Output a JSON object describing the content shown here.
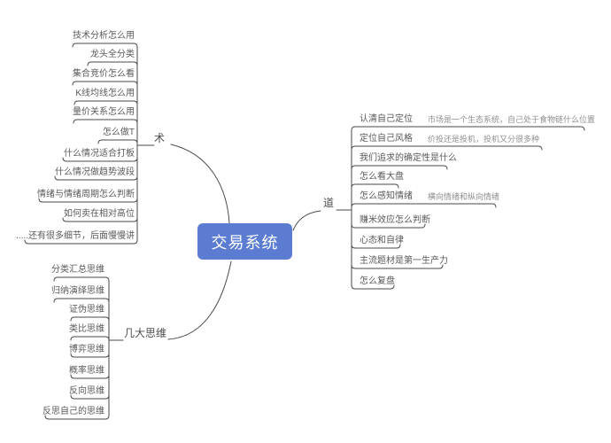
{
  "root": {
    "label": "交易系统"
  },
  "colors": {
    "root_bg": "#5b7cd0",
    "root_text": "#ffffff",
    "line": "#4a4a4a",
    "topic_text": "#595959",
    "note_text": "#8f8f8f"
  },
  "branches": [
    {
      "label": "术",
      "children": [
        {
          "topic": "技术分析怎么用"
        },
        {
          "topic": "龙头全分类"
        },
        {
          "topic": "集合竞价怎么看"
        },
        {
          "topic": "K线均线怎么用"
        },
        {
          "topic": "量价关系怎么用"
        },
        {
          "topic": "怎么做T"
        },
        {
          "topic": "什么情况适合打板"
        },
        {
          "topic": "什么情况做趋势波段"
        },
        {
          "topic": "情绪与情绪周期怎么判断"
        },
        {
          "topic": "如何卖在相对高位"
        },
        {
          "topic": ".....还有很多细节，后面慢慢讲"
        }
      ]
    },
    {
      "label": "道",
      "children": [
        {
          "topic": "认清自己定位",
          "note": "市场是一个生态系统，自己处于食物链什么位置"
        },
        {
          "topic": "定位自己风格",
          "note": "价投还是投机，投机又分很多种"
        },
        {
          "topic": "我们追求的确定性是什么",
          "note": ""
        },
        {
          "topic": "怎么看大盘",
          "note": ""
        },
        {
          "topic": "怎么感知情绪",
          "note": "横向情绪和纵向情绪"
        },
        {
          "topic": "赚米效应怎么判断",
          "note": ""
        },
        {
          "topic": "心态和自律",
          "note": ""
        },
        {
          "topic": "主流题材是第一生产力",
          "note": ""
        },
        {
          "topic": "怎么复盘",
          "note": ""
        }
      ]
    },
    {
      "label": "几大思维",
      "children": [
        {
          "topic": "分类汇总思维"
        },
        {
          "topic": "归纳演绎思维"
        },
        {
          "topic": "证伪思维"
        },
        {
          "topic": "类比思维"
        },
        {
          "topic": "博弈思维"
        },
        {
          "topic": "概率思维"
        },
        {
          "topic": "反向思维"
        },
        {
          "topic": "反思自己的思维"
        }
      ]
    }
  ]
}
